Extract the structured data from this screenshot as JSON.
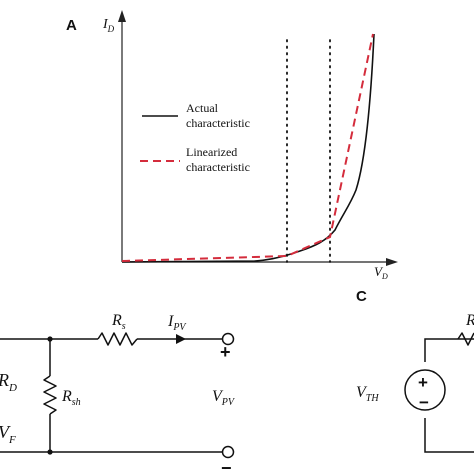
{
  "panel_a": {
    "label": "A",
    "y_axis": {
      "letter": "I",
      "sub": "D"
    },
    "x_axis": {
      "letter": "V",
      "sub": "D"
    },
    "legend": [
      {
        "line1": "Actual",
        "line2": "characteristic",
        "style": "solid",
        "color": "#111111"
      },
      {
        "line1": "Linearized",
        "line2": "characteristic",
        "style": "dashed",
        "color": "#d42c3c"
      }
    ]
  },
  "panel_c": {
    "label": "C"
  },
  "circuit_b": {
    "rs": {
      "letter": "R",
      "sub": "s"
    },
    "ipv": {
      "letter": "I",
      "sub": "PV"
    },
    "rd": {
      "letter": "R",
      "sub": "D"
    },
    "rsh": {
      "letter": "R",
      "sub": "sh"
    },
    "vpv": {
      "letter": "V",
      "sub": "PV"
    },
    "vf": {
      "letter": "V",
      "sub": "F"
    },
    "plus": "+",
    "minus": "−"
  },
  "circuit_c": {
    "vth": {
      "letter": "V",
      "sub": "TH"
    },
    "src_plus": "+",
    "src_minus": "−",
    "partial_letter": "R"
  },
  "colors": {
    "ink": "#111111",
    "linearized": "#d42c3c",
    "axis": "#222222"
  }
}
